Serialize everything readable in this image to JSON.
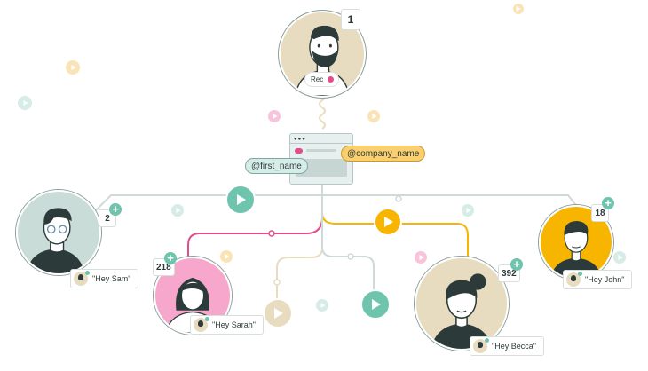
{
  "nodes": {
    "top": {
      "count": "1",
      "rec_label": "Rec"
    },
    "sam": {
      "count": "2",
      "greeting": "\"Hey Sam\""
    },
    "sarah": {
      "count": "218",
      "greeting": "\"Hey Sarah\""
    },
    "becca": {
      "count": "392",
      "greeting": "\"Hey Becca\""
    },
    "john": {
      "count": "18",
      "greeting": "\"Hey John\""
    }
  },
  "variables": {
    "first_name": "@first_name",
    "company_name": "@company_name"
  },
  "colors": {
    "teal": "#6fc4ae",
    "pink": "#e54c8e",
    "yellow": "#f7b500",
    "sand": "#e8dcc0",
    "line_gray": "#cfdad8"
  }
}
